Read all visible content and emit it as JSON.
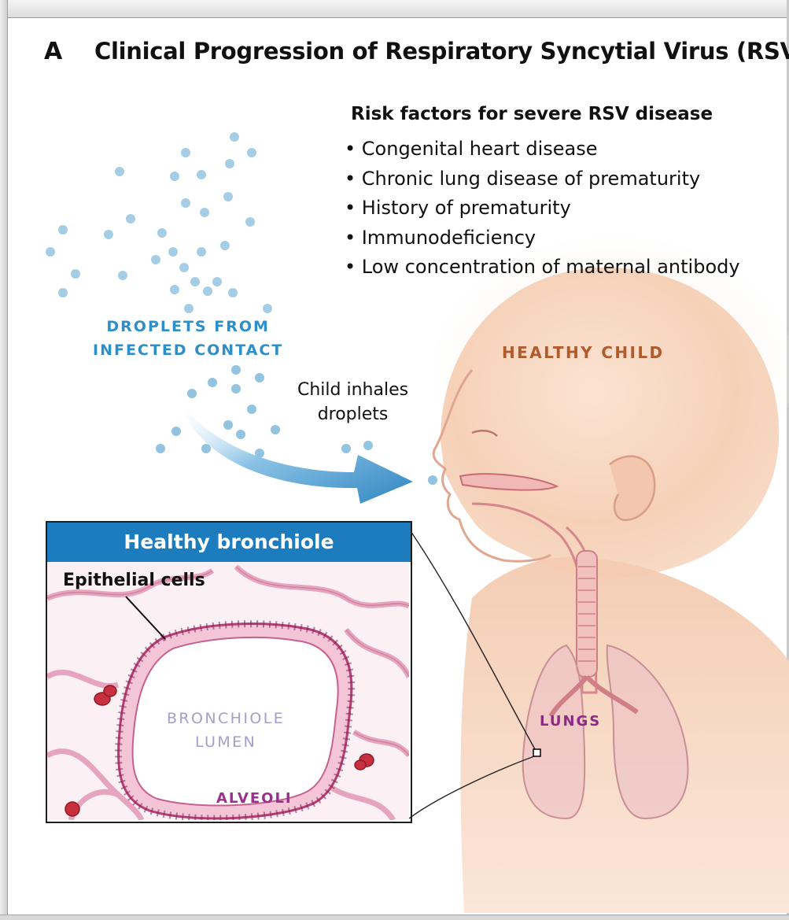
{
  "figure": {
    "panel_letter": "A",
    "title": "Clinical Progression of Respiratory Syncytial Virus (RSV)"
  },
  "risk_factors": {
    "heading": "Risk factors for severe RSV disease",
    "items": [
      "Congenital heart disease",
      "Chronic lung disease of prematurity",
      "History of prematurity",
      "Immunodeficiency",
      "Low concentration of maternal antibody"
    ]
  },
  "labels": {
    "droplets_line1": "DROPLETS FROM",
    "droplets_line2": "INFECTED CONTACT",
    "healthy_child": "HEALTHY CHILD",
    "inhale_line1": "Child inhales",
    "inhale_line2": "droplets",
    "lungs": "LUNGS"
  },
  "inset": {
    "header": "Healthy bronchiole",
    "epithelial_label": "Epithelial cells",
    "lumen_line1": "BRONCHIOLE",
    "lumen_line2": "LUMEN",
    "alveoli_label": "ALVEOLI"
  },
  "colors": {
    "droplet": "#7fb8dc",
    "arrow": "#3d8fc7",
    "header_blue": "#1d7cbd",
    "healthy_child_text": "#b15a2c",
    "skin": "#f6d3bd",
    "tissue_pink": "#e8a3bd",
    "epithelium": "#c2457d",
    "lungs_text": "#8c2a86"
  }
}
